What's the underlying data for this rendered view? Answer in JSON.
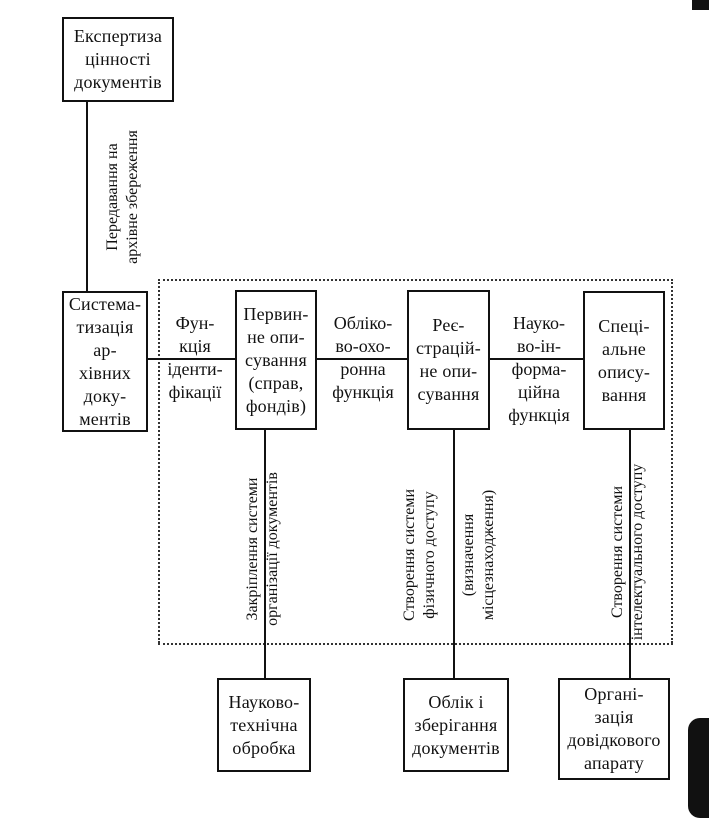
{
  "boxes": {
    "expertise": "Експертиза\nцінності\nдокументів",
    "systematization": "Система-\nтизація ар-\nхівних\nдоку-\nментів",
    "primary": "Первин-\nне опи-\nсування\n(справ,\nфондів)",
    "registration": "Реє-\nстрацій-\nне опи-\nсування",
    "special": "Спеці-\nальне\nопису-\nвання",
    "scitech": "Науково-\nтехнічна\nобробка",
    "accounting": "Облік і\nзберігання\nдокументів",
    "reference": "Органі-\nзація\nдовідкового\nапарату"
  },
  "labels": {
    "transfer": "Передавання на\nархівне збереження",
    "identification": "Фун-\nкція\nіденти-\nфікації",
    "accounting_function": "Обліко-\nво-охо-\nронна\nфункція",
    "info_function": "Науко-\nво-ін-\nформа-\nційна\nфункція",
    "fixing": "Закріплення системи\nорганізації документів",
    "physical_main": "Створення системи\nфізичного доступу",
    "physical_sub": "(визначення\nмісцезнаходження)",
    "intellectual": "Створення системи\nінтелектуального доступу"
  }
}
